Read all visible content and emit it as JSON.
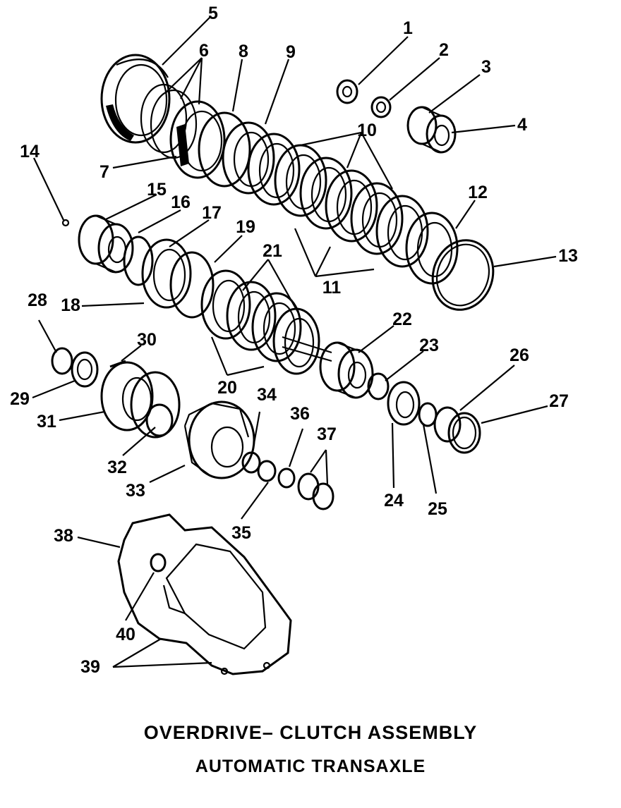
{
  "title": "OVERDRIVE– CLUTCH ASSEMBLY",
  "subtitle": "AUTOMATIC TRANSAXLE",
  "callouts": [
    "1",
    "2",
    "3",
    "4",
    "5",
    "6",
    "7",
    "8",
    "9",
    "10",
    "11",
    "12",
    "13",
    "14",
    "15",
    "16",
    "17",
    "18",
    "19",
    "20",
    "21",
    "22",
    "23",
    "24",
    "25",
    "26",
    "27",
    "28",
    "29",
    "30",
    "31",
    "32",
    "33",
    "34",
    "35",
    "36",
    "37",
    "38",
    "39",
    "40"
  ]
}
